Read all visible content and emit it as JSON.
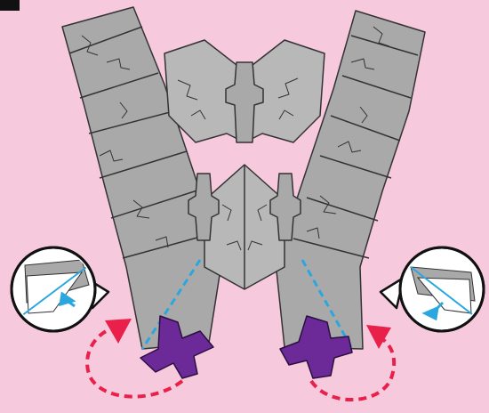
{
  "colors": {
    "background": "#f7c9dd",
    "paper_gray": "#a9a9a9",
    "paper_light": "#b8b8b8",
    "outline": "#333333",
    "fold_line": "#2aa7df",
    "arrow_red": "#e8204a",
    "arrow_blue": "#2aa7df",
    "purple_piece": "#6b2a98",
    "callout_fill": "#ffffff"
  },
  "icons": {
    "step_marker": "filled-square-marker",
    "left_callout": "magnified-fold-callout",
    "right_callout": "magnified-fold-callout",
    "left_return_arrow": "dashed-curved-arrow",
    "right_return_arrow": "dashed-curved-arrow",
    "left_clip": "purple-cross-clip",
    "right_clip": "purple-cross-clip",
    "fold_lines": "dashed-fold-line"
  }
}
